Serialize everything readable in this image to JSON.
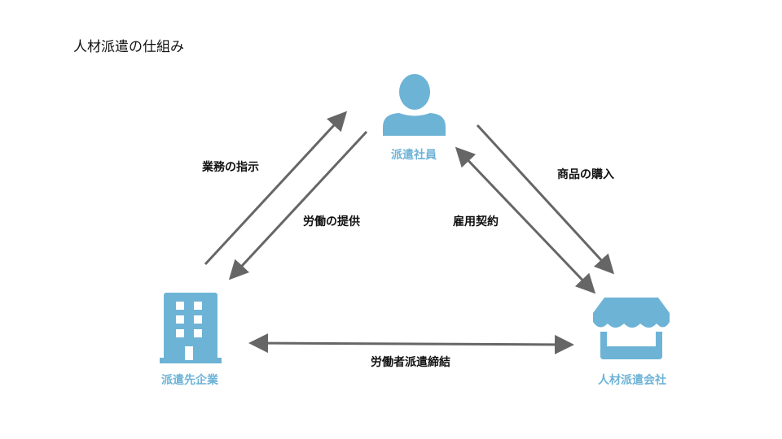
{
  "title": "人材派遣の仕組み",
  "colors": {
    "accent": "#6db3d6",
    "arrow": "#666666"
  },
  "nodes": {
    "employee": {
      "label": "派遣社員",
      "icon": "person-icon"
    },
    "client": {
      "label": "派遣先企業",
      "icon": "building-icon"
    },
    "agency": {
      "label": "人材派遣会社",
      "icon": "store-icon"
    }
  },
  "edges": {
    "instruction": "業務の指示",
    "labor": "労働の提供",
    "employment": "雇用契約",
    "purchase": "商品の購入",
    "dispatch": "労働者派遣締結"
  }
}
